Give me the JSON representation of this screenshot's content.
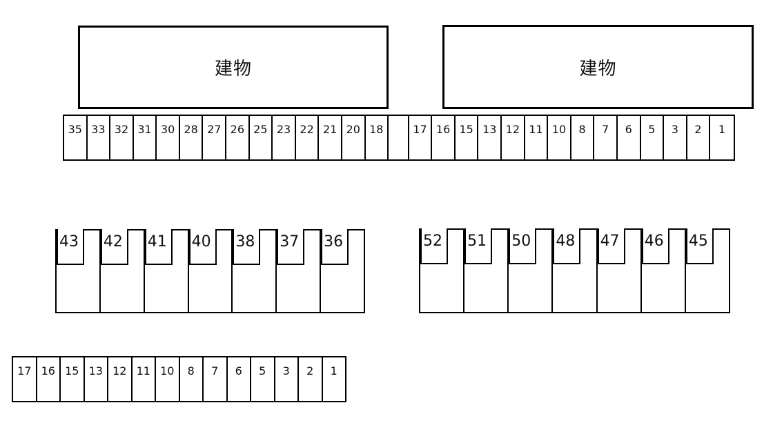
{
  "buildings": [
    {
      "label": "建物"
    },
    {
      "label": "建物"
    }
  ],
  "top_row": [
    "35",
    "33",
    "32",
    "31",
    "30",
    "28",
    "27",
    "26",
    "25",
    "23",
    "22",
    "21",
    "20",
    "18",
    "",
    "17",
    "16",
    "15",
    "13",
    "12",
    "11",
    "10",
    "8",
    "7",
    "6",
    "5",
    "3",
    "2",
    "1"
  ],
  "left_block": [
    "43",
    "42",
    "41",
    "40",
    "38",
    "37",
    "36"
  ],
  "right_block": [
    "52",
    "51",
    "50",
    "48",
    "47",
    "46",
    "45"
  ],
  "bottom_row": [
    "17",
    "16",
    "15",
    "13",
    "12",
    "11",
    "10",
    "8",
    "7",
    "6",
    "5",
    "3",
    "2",
    "1"
  ]
}
